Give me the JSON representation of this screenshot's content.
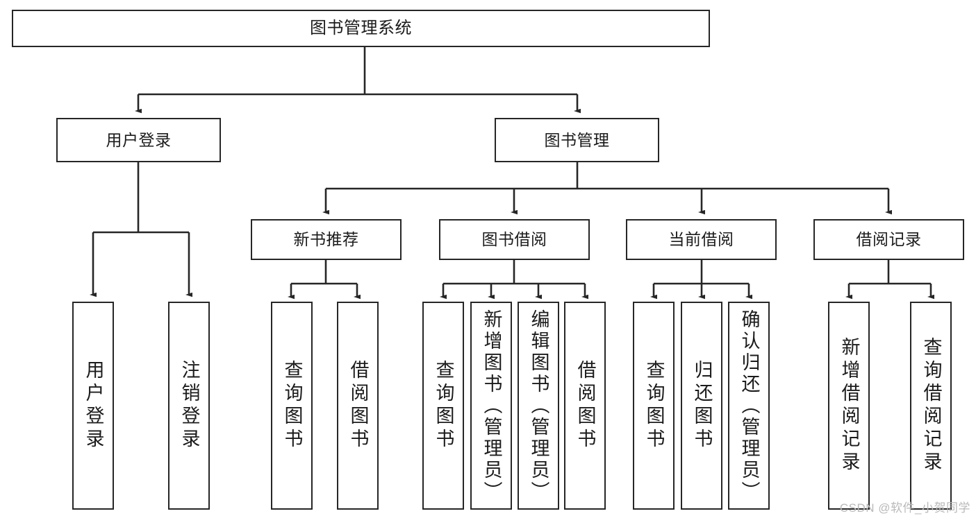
{
  "diagram": {
    "type": "tree-hierarchy",
    "title": "图书管理系统",
    "watermark": "CSDN @软件_小贺同学",
    "colors": {
      "box_border": "#262626",
      "box_fill": "#ffffff",
      "connector": "#262626",
      "text": "#1b1b1b",
      "watermark": "#b9b9b9"
    },
    "nodes": {
      "root": {
        "label": "图书管理系统"
      },
      "level2": [
        {
          "label": "用户登录"
        },
        {
          "label": "图书管理"
        }
      ],
      "level3": [
        {
          "label": "新书推荐"
        },
        {
          "label": "图书借阅"
        },
        {
          "label": "当前借阅"
        },
        {
          "label": "借阅记录"
        }
      ],
      "leaves": {
        "user_login": [
          {
            "label": "用户登录"
          },
          {
            "label": "注销登录"
          }
        ],
        "new_book_recommend": [
          {
            "label": "查询图书"
          },
          {
            "label": "借阅图书"
          }
        ],
        "book_borrow": [
          {
            "label": "查询图书"
          },
          {
            "label": "新增图书（管理员）"
          },
          {
            "label": "编辑图书（管理员）"
          },
          {
            "label": "借阅图书"
          }
        ],
        "current_borrow": [
          {
            "label": "查询图书"
          },
          {
            "label": "归还图书"
          },
          {
            "label": "确认归还（管理员）"
          }
        ],
        "borrow_record": [
          {
            "label": "新增借阅记录"
          },
          {
            "label": "查询借阅记录"
          }
        ]
      }
    }
  }
}
